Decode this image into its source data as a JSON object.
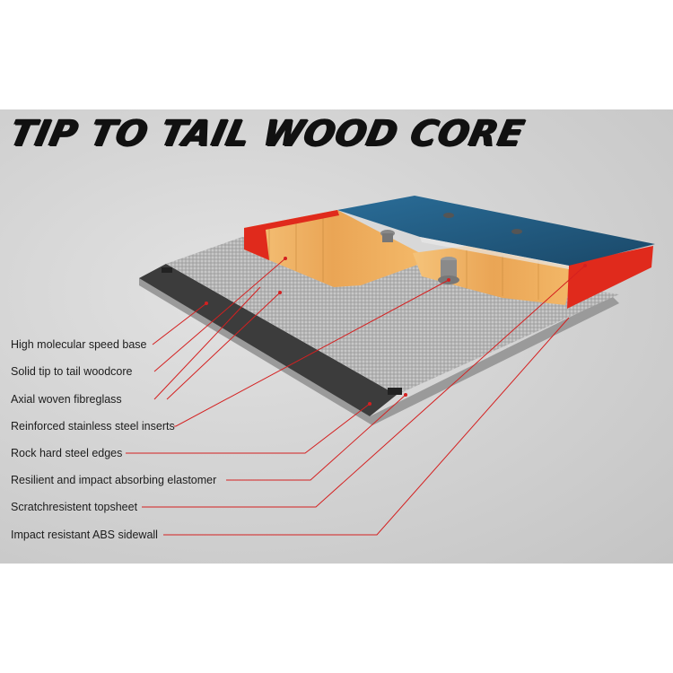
{
  "title": "TIP TO TAIL WOOD CORE",
  "callouts": [
    {
      "label": "High molecular speed base"
    },
    {
      "label": "Solid tip to tail woodcore"
    },
    {
      "label": "Axial woven fibreglass"
    },
    {
      "label": "Reinforced stainless steel inserts"
    },
    {
      "label": "Rock hard steel edges"
    },
    {
      "label": "Resilient and impact absorbing elastomer"
    },
    {
      "label": "Scratchresistent topsheet"
    },
    {
      "label": "Impact resistant ABS sidewall"
    }
  ],
  "colors": {
    "leader_line": "#d42020",
    "topsheet": "#1f5a82",
    "sidewall": "#e02a1c",
    "woodcore": "#f0b25c",
    "fibreglass": "#b8b8b8",
    "base": "#3a3a3a",
    "background": "#d6d6d6"
  }
}
